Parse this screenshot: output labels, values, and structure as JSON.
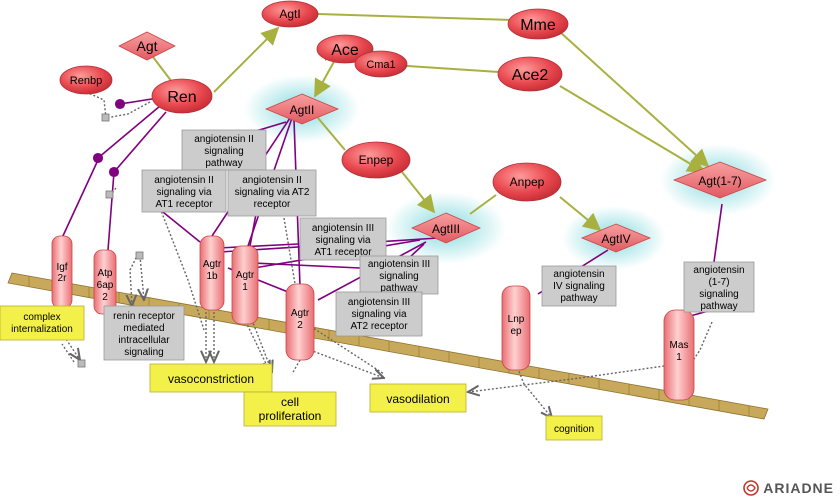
{
  "proteins": {
    "agt": "Agt",
    "ren": "Ren",
    "renbp": "Renbp",
    "agtI": "AgtI",
    "ace": "Ace",
    "cma1": "Cma1",
    "mme": "Mme",
    "ace2": "Ace2",
    "agtII": "AgtII",
    "enpep": "Enpep",
    "anpep": "Anpep",
    "agtIII": "AgtIII",
    "agtIV": "AgtIV",
    "agt17": "Agt(1-7)"
  },
  "receptors": {
    "igf2r": [
      "Igf",
      "2r"
    ],
    "atp6ap2": [
      "Atp",
      "6ap",
      "2"
    ],
    "agtr1b": [
      "Agtr",
      "1b"
    ],
    "agtr1": [
      "Agtr",
      "1"
    ],
    "agtr2": [
      "Agtr",
      "2"
    ],
    "lnpep": [
      "Lnp",
      "ep"
    ],
    "mas1": [
      "Mas",
      "1"
    ]
  },
  "pathways": {
    "agII": [
      "angiotensin II",
      "signaling",
      "pathway"
    ],
    "at1": [
      "angiotensin II",
      "signaling via",
      "AT1 receptor"
    ],
    "at2": [
      "angiotensin II",
      "signaling via AT2",
      "receptor"
    ],
    "agIII_at1": [
      "angiotensin III",
      "signaling via",
      "AT1 receptor"
    ],
    "agIII": [
      "angiotensin III",
      "signaling",
      "pathway"
    ],
    "agIII_at2": [
      "angiotensin III",
      "signaling via",
      "AT2 receptor"
    ],
    "agIV": [
      "angiotensin",
      "IV signaling",
      "pathway"
    ],
    "ag17": [
      "angiotensin",
      "(1-7)",
      "signaling",
      "pathway"
    ],
    "renin": [
      "renin receptor",
      "mediated",
      "intracellular",
      "signaling"
    ]
  },
  "processes": {
    "complex_internalization": [
      "complex",
      "internalization"
    ],
    "vasoconstriction": [
      "vasoconstriction"
    ],
    "cell_proliferation": [
      "cell",
      "proliferation"
    ],
    "vasodilation": [
      "vasodilation"
    ],
    "cognition": [
      "cognition"
    ]
  },
  "logo": {
    "text": "ARIADNE"
  },
  "colors": {
    "protein_fill": "#e8484f",
    "membrane": "#c8a85a",
    "process_fill": "#f4f04a",
    "pathway_fill": "#cccccc",
    "conversion_arrow": "#a8b040",
    "link": "#800080",
    "glow": "#7ed8dc"
  }
}
